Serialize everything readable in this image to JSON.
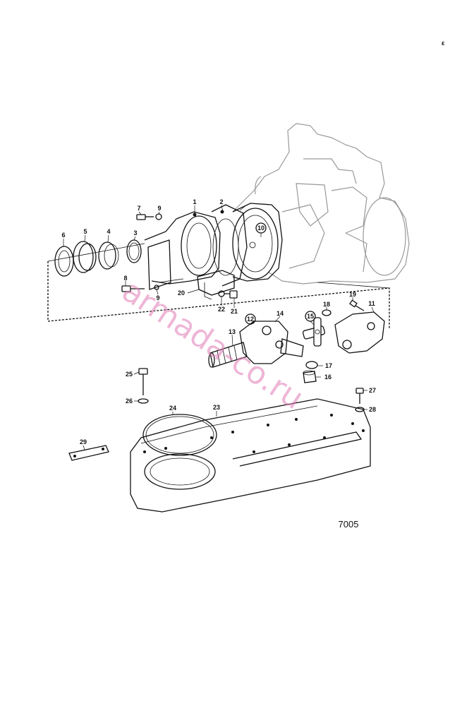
{
  "part_labels": [
    "1",
    "2",
    "3",
    "4",
    "5",
    "6",
    "7",
    "8",
    "9",
    "9",
    "10",
    "11",
    "12",
    "13",
    "14",
    "15",
    "16",
    "17",
    "18",
    "19",
    "20",
    "21",
    "22",
    "23",
    "24",
    "25",
    "26",
    "27",
    "28",
    "29"
  ],
  "circled_labels": [
    "10",
    "12",
    "15"
  ],
  "reference_number": "7005",
  "watermark": "armada-co.ru",
  "corner_mark": "ɛ"
}
